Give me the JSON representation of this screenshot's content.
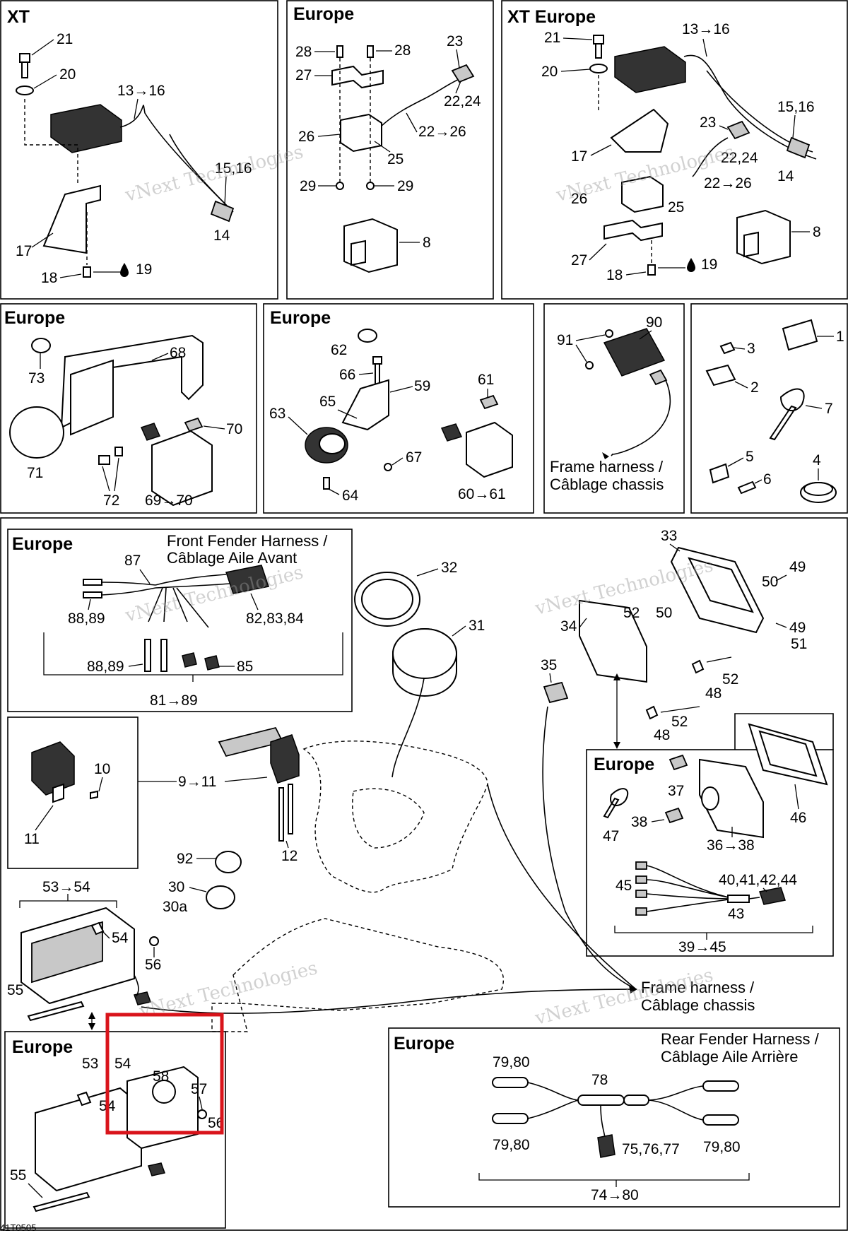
{
  "panels": {
    "xt_title": "XT",
    "europe_top_title": "Europe",
    "xt_europe_title": "XT Europe",
    "europe_rear_light_title": "Europe",
    "europe_signal_title": "Europe",
    "europe_front_fender_title": "Europe",
    "europe_headlight_title": "Europe",
    "europe_taillight_title": "Europe",
    "europe_rear_fender_title": "Europe"
  },
  "captions": {
    "frame_harness_top_line1": "Frame harness /",
    "frame_harness_top_line2": "Câblage chassis",
    "front_fender_line1": "Front Fender Harness /",
    "front_fender_line2": "Câblage Aile Avant",
    "frame_harness_main_line1": "Frame harness /",
    "frame_harness_main_line2": "Câblage chassis",
    "rear_fender_line1": "Rear Fender Harness /",
    "rear_fender_line2": "Câblage Aile Arrière"
  },
  "watermark": {
    "line1": "vNext Technologies",
    "line2": "Technologies"
  },
  "drawing_code": "41T0505",
  "highlight_color": "#d9141b",
  "callouts": {
    "xt": [
      "21",
      "20",
      "13→16",
      "15,16",
      "14",
      "17",
      "18",
      "19"
    ],
    "europe_top": [
      "28",
      "28",
      "23",
      "27",
      "22,24",
      "26",
      "22→26",
      "25",
      "29",
      "29",
      "8"
    ],
    "xt_europe": [
      "21",
      "13→16",
      "20",
      "15,16",
      "23",
      "17",
      "22,24",
      "14",
      "26",
      "22→26",
      "25",
      "8",
      "27",
      "18",
      "19"
    ],
    "europe_rear_light": [
      "68",
      "73",
      "70",
      "71",
      "72",
      "69→70"
    ],
    "europe_signal": [
      "62",
      "66",
      "59",
      "61",
      "65",
      "63",
      "67",
      "64",
      "60→61"
    ],
    "regulator": [
      "90",
      "91"
    ],
    "small_parts": [
      "1",
      "3",
      "2",
      "7",
      "5",
      "6",
      "4"
    ],
    "front_fender": [
      "87",
      "88,89",
      "82,83,84",
      "88,89",
      "85",
      "81→89"
    ],
    "gauge": [
      "32",
      "31"
    ],
    "headlight": [
      "33",
      "49",
      "50",
      "52",
      "50",
      "34",
      "49",
      "51",
      "35",
      "52",
      "48",
      "52",
      "48"
    ],
    "europe_headlight": [
      "37",
      "46",
      "47",
      "38",
      "36→38",
      "45",
      "40,41,42,44",
      "43",
      "39→45"
    ],
    "handlebar": [
      "10",
      "9→11",
      "11",
      "12"
    ],
    "console": [
      "92",
      "30",
      "30a"
    ],
    "taillight": [
      "53→54",
      "54",
      "56",
      "55"
    ],
    "europe_taillight": [
      "53",
      "54",
      "58",
      "57",
      "54",
      "56",
      "55"
    ],
    "rear_fender": [
      "79,80",
      "78",
      "79,80",
      "79,80",
      "75,76,77",
      "74→80"
    ]
  }
}
